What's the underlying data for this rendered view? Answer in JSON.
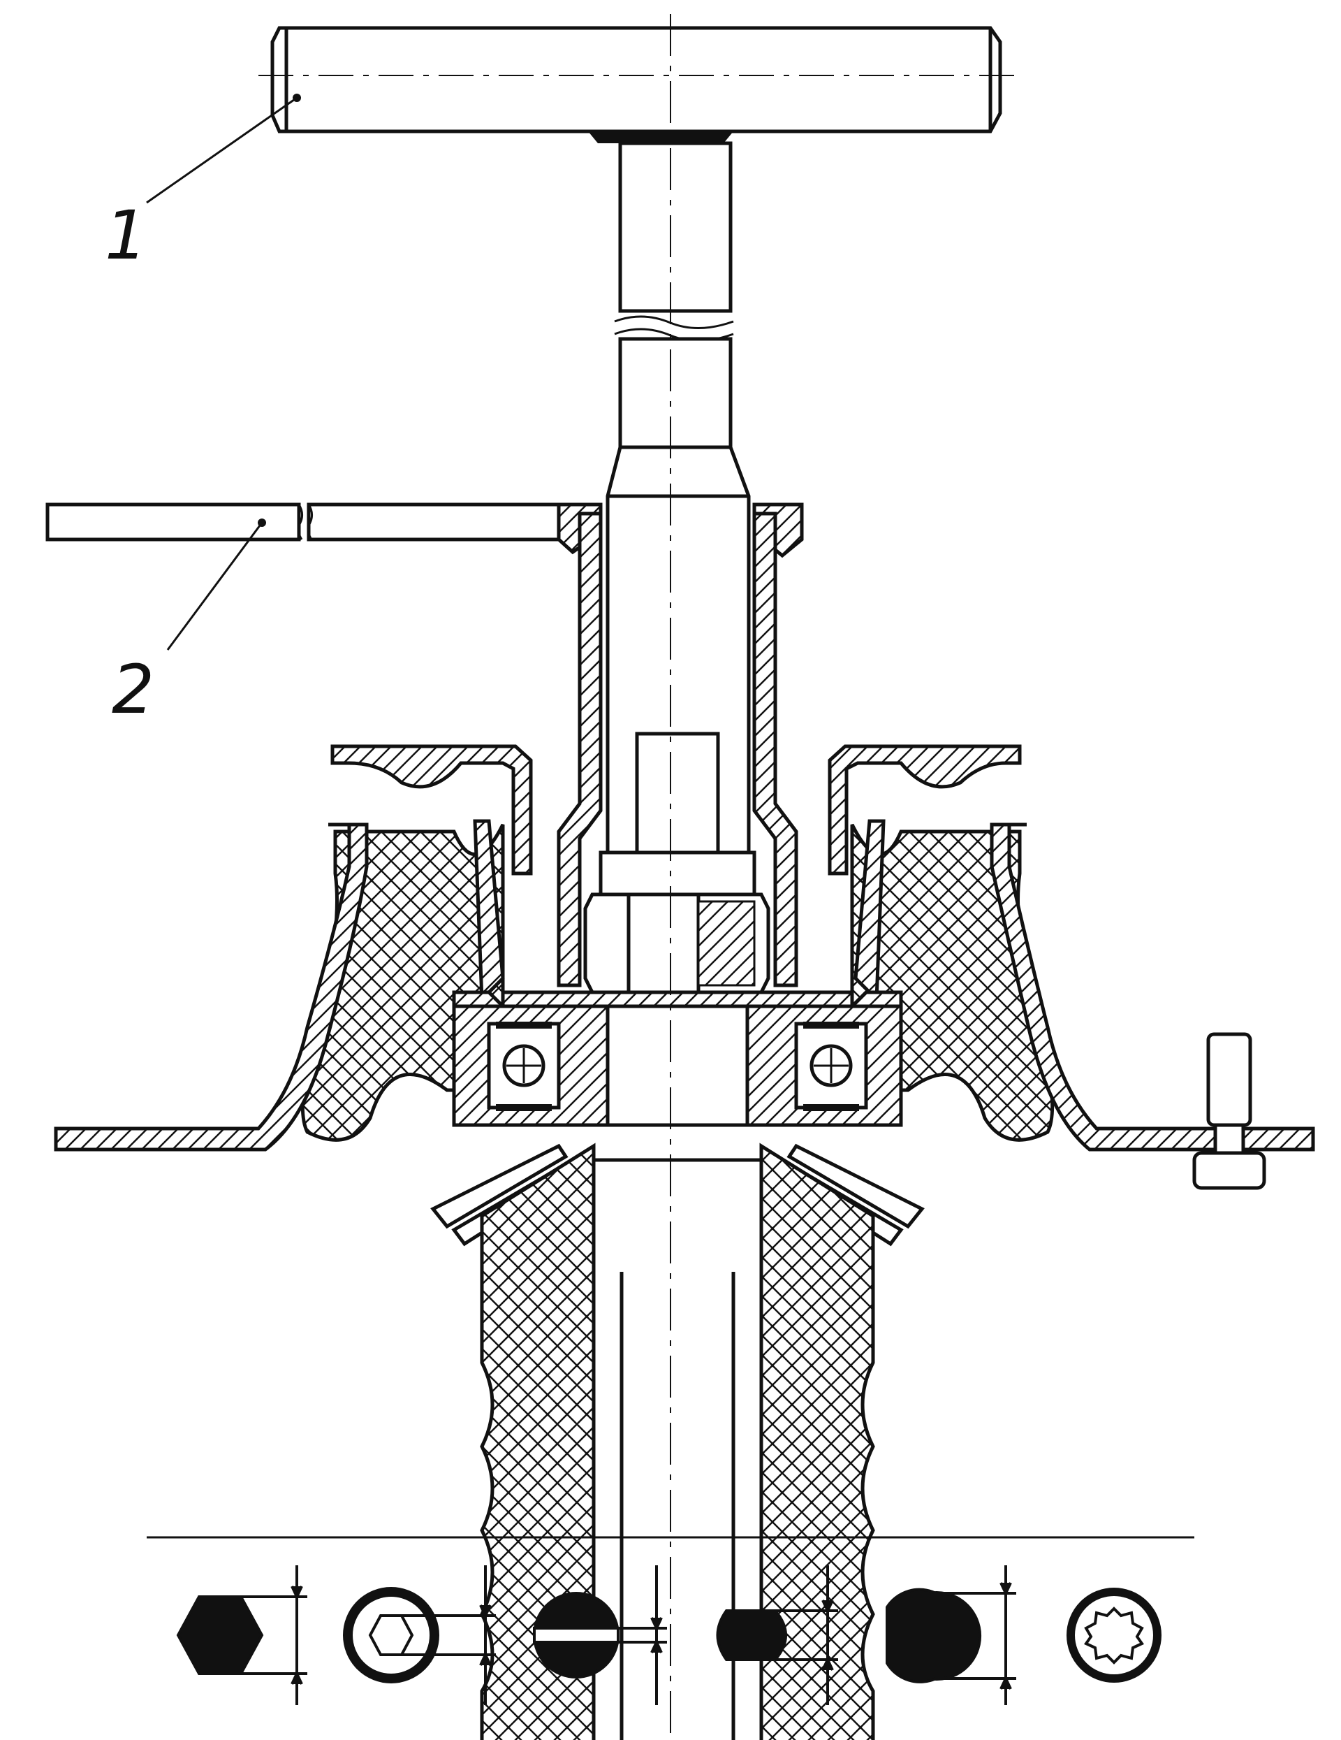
{
  "diagram": {
    "callouts": [
      {
        "id": "1",
        "label": "1"
      },
      {
        "id": "2",
        "label": "2"
      }
    ],
    "profiles": [
      {
        "name": "hex-bit-profile-icon"
      },
      {
        "name": "hex-socket-profile-icon"
      },
      {
        "name": "slotted-profile-icon"
      },
      {
        "name": "flat-sided-profile-icon"
      },
      {
        "name": "d-profile-icon"
      },
      {
        "name": "spline-profile-icon"
      }
    ]
  },
  "colors": {
    "ink": "#111111",
    "paper": "#ffffff"
  }
}
